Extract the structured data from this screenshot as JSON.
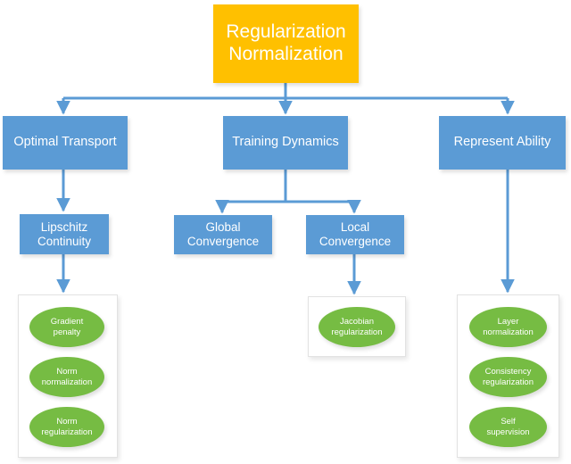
{
  "diagram": {
    "title": "Regularization Normalization taxonomy",
    "colors": {
      "root_fill": "#FFC000",
      "node_fill": "#5B9BD5",
      "leaf_fill": "#76BC43",
      "connector": "#5B9BD5",
      "container_border": "#E2E2E2",
      "background": "#FFFFFF",
      "text": "#FFFFFF"
    },
    "root": {
      "label": "Regularization\nNormalization"
    },
    "level1": [
      {
        "label": "Optimal Transport"
      },
      {
        "label": "Training Dynamics"
      },
      {
        "label": "Represent Ability"
      }
    ],
    "level2": [
      {
        "label": "Lipschitz\nContinuity"
      },
      {
        "label": "Global\nConvergence"
      },
      {
        "label": "Local\nConvergence"
      }
    ],
    "groups": [
      {
        "name": "lipschitz-continuity-leaves",
        "leaves": [
          {
            "label": "Gradient\npenalty"
          },
          {
            "label": "Norm\nnormalization"
          },
          {
            "label": "Norm\nregularization"
          }
        ]
      },
      {
        "name": "local-convergence-leaves",
        "leaves": [
          {
            "label": "Jacobian\nregularization"
          }
        ]
      },
      {
        "name": "represent-ability-leaves",
        "leaves": [
          {
            "label": "Layer\nnormalization"
          },
          {
            "label": "Consistency\nregularization"
          },
          {
            "label": "Self\nsupervision"
          }
        ]
      }
    ]
  }
}
